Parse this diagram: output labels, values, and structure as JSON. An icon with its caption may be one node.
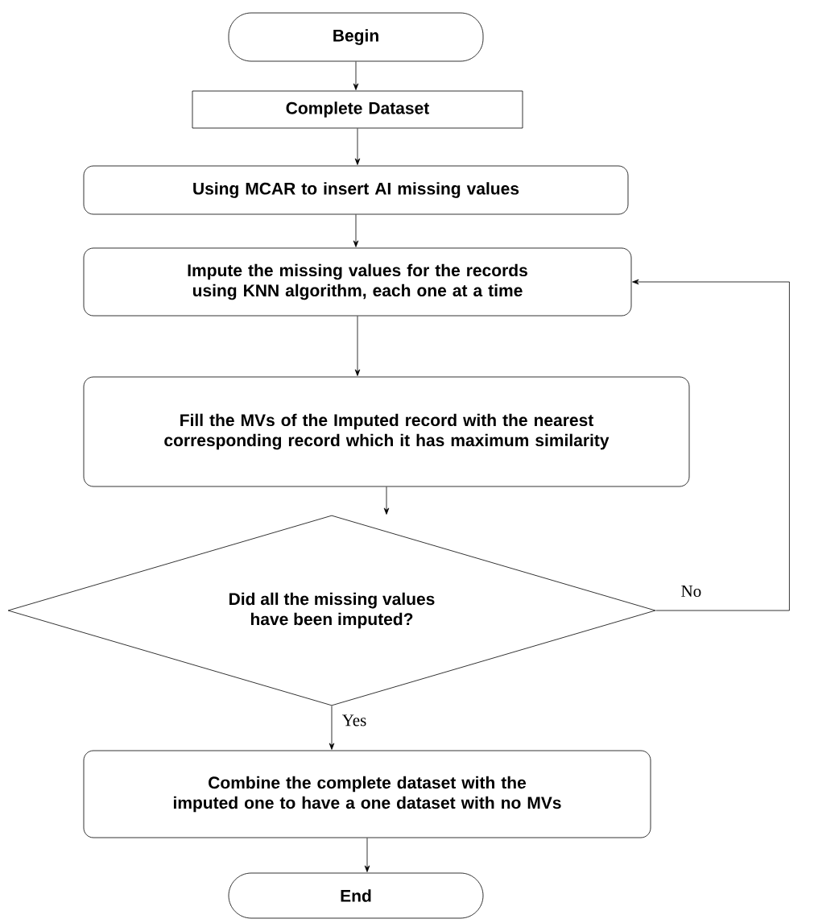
{
  "diagram": {
    "nodes": [
      {
        "text": [
          "Begin"
        ]
      },
      {
        "text": [
          "Complete Dataset"
        ]
      },
      {
        "text": [
          "Using MCAR to insert AI missing values"
        ]
      },
      {
        "text": [
          "Impute the missing values for the records using KNN algorithm, each one at a time"
        ]
      },
      {
        "text": [
          "Fill the MVs of the Imputed record with the nearest corresponding record which it has maximum similarity"
        ]
      },
      {
        "text": [
          "Did all the missing values have been imputed?"
        ]
      },
      {
        "text": [
          "Combine the complete dataset with the imputed one to have a one dataset with no MVs"
        ]
      },
      {
        "text": [
          "End"
        ]
      }
    ],
    "edges": [
      {
        "from": 0,
        "to": 1,
        "arrow": "to"
      },
      {
        "from": 1,
        "to": 2,
        "arrow": "to"
      },
      {
        "from": 2,
        "to": 3,
        "arrow": "to"
      },
      {
        "from": 3,
        "to": 4,
        "arrow": "to"
      },
      {
        "from": 4,
        "to": 5,
        "arrow": "to"
      },
      {
        "from": 5,
        "to": 6,
        "arrow": "to",
        "label": "Yes"
      },
      {
        "from": 5,
        "to": 3,
        "arrow": "to",
        "label": "No"
      },
      {
        "from": 6,
        "to": 7,
        "arrow": "to"
      }
    ]
  }
}
